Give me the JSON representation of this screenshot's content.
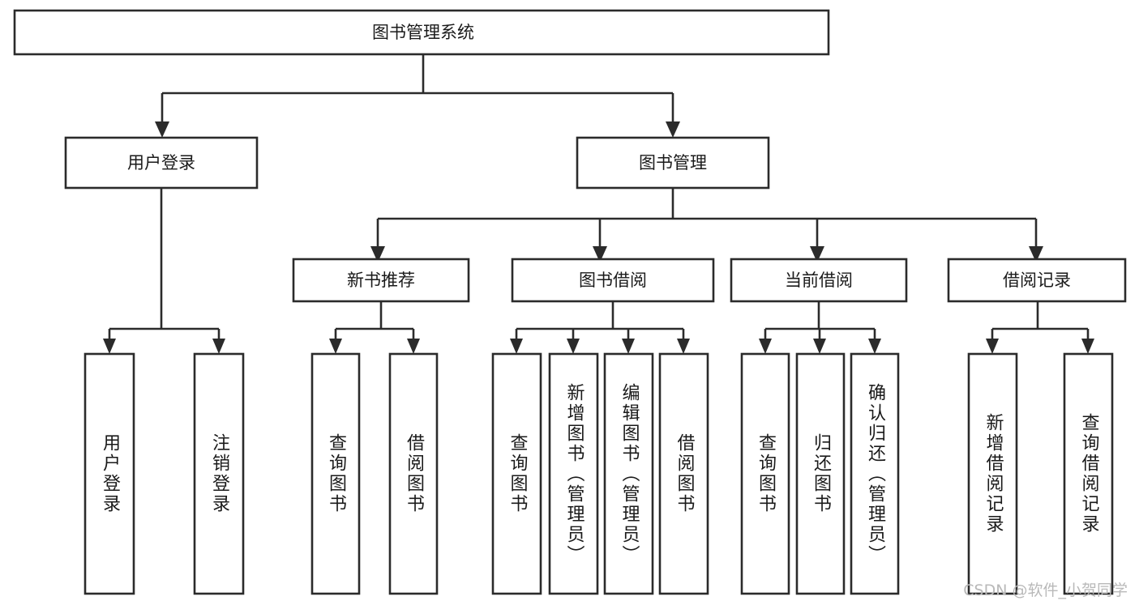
{
  "diagram": {
    "type": "tree-hierarchy",
    "title": "图书管理系统",
    "root": {
      "id": "root",
      "label": "图书管理系统",
      "orientation": "horizontal"
    },
    "level2": [
      {
        "id": "user-login",
        "label": "用户登录",
        "orientation": "horizontal"
      },
      {
        "id": "book-manage",
        "label": "图书管理",
        "orientation": "horizontal"
      }
    ],
    "level3": [
      {
        "id": "new-book-recommend",
        "label": "新书推荐",
        "orientation": "horizontal"
      },
      {
        "id": "book-borrow",
        "label": "图书借阅",
        "orientation": "horizontal"
      },
      {
        "id": "current-borrow",
        "label": "当前借阅",
        "orientation": "horizontal"
      },
      {
        "id": "borrow-record",
        "label": "借阅记录",
        "orientation": "horizontal"
      }
    ],
    "leaves": {
      "user-login": [
        {
          "id": "leaf-user-login",
          "label": "用户登录",
          "orientation": "vertical"
        },
        {
          "id": "leaf-logout",
          "label": "注销登录",
          "orientation": "vertical"
        }
      ],
      "new-book-recommend": [
        {
          "id": "leaf-query-book-1",
          "label": "查询图书",
          "orientation": "vertical"
        },
        {
          "id": "leaf-borrow-book-1",
          "label": "借阅图书",
          "orientation": "vertical"
        }
      ],
      "book-borrow": [
        {
          "id": "leaf-query-book-2",
          "label": "查询图书",
          "orientation": "vertical"
        },
        {
          "id": "leaf-add-book",
          "label": "新增图书（管理员）",
          "orientation": "vertical"
        },
        {
          "id": "leaf-edit-book",
          "label": "编辑图书（管理员）",
          "orientation": "vertical"
        },
        {
          "id": "leaf-borrow-book-2",
          "label": "借阅图书",
          "orientation": "vertical"
        }
      ],
      "current-borrow": [
        {
          "id": "leaf-query-book-3",
          "label": "查询图书",
          "orientation": "vertical"
        },
        {
          "id": "leaf-return-book",
          "label": "归还图书",
          "orientation": "vertical"
        },
        {
          "id": "leaf-confirm-return",
          "label": "确认归还（管理员）",
          "orientation": "vertical"
        }
      ],
      "borrow-record": [
        {
          "id": "leaf-add-record",
          "label": "新增借阅记录",
          "orientation": "vertical"
        },
        {
          "id": "leaf-query-record",
          "label": "查询借阅记录",
          "orientation": "vertical"
        }
      ]
    },
    "colors": {
      "stroke": "#2b2b2b",
      "fill": "#ffffff",
      "text": "#1a1a1a",
      "watermark": "#b9b9b9",
      "background": "#ffffff"
    }
  },
  "watermark": {
    "text": "CSDN @软件_小贺同学"
  }
}
